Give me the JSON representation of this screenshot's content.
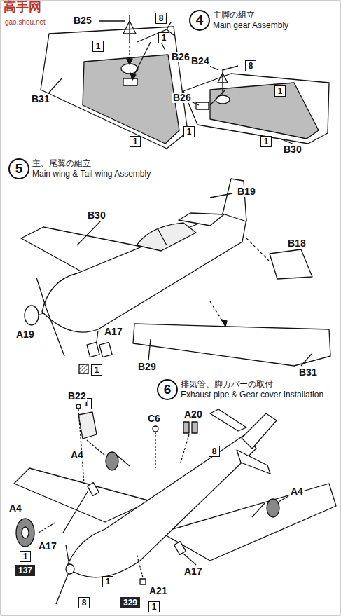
{
  "diagram": {
    "nodes": [
      {
        "text": [
          "4",
          "主脚の組立",
          "Main gear Assembly"
        ]
      },
      {
        "text": [
          "8"
        ]
      },
      {
        "text": [
          "1"
        ]
      },
      {
        "text": [
          "1"
        ]
      },
      {
        "text": [
          "1"
        ]
      },
      {
        "text": [
          "8"
        ]
      },
      {
        "text": [
          "1"
        ]
      },
      {
        "text": [
          "1"
        ]
      },
      {
        "text": [
          "1"
        ]
      },
      {
        "text": [
          "5",
          "主、尾翼の組立",
          "Main wing & Tail wing Assembly"
        ]
      },
      {
        "text": [
          "1"
        ]
      },
      {
        "text": [
          "6",
          "排気管、脚カバーの取付",
          "Exhaust pipe & Gear cover Installation"
        ]
      },
      {
        "text": [
          "1"
        ]
      },
      {
        "text": [
          "8"
        ]
      },
      {
        "text": [
          "1"
        ]
      },
      {
        "text": [
          "137"
        ]
      },
      {
        "text": [
          "1"
        ]
      },
      {
        "text": [
          "8"
        ]
      },
      {
        "text": [
          "329"
        ]
      },
      {
        "text": [
          "1"
        ]
      }
    ],
    "labels": [
      "高手网",
      "gao.shou.net",
      "B25",
      "B26",
      "B31",
      "B24",
      "B26",
      "B30",
      "B19",
      "B30",
      "B18",
      "A19",
      "A17",
      "B29",
      "B31",
      "B22",
      "C6",
      "A20",
      "A4",
      "A4",
      "A17",
      "A4",
      "A17",
      "A21"
    ]
  }
}
